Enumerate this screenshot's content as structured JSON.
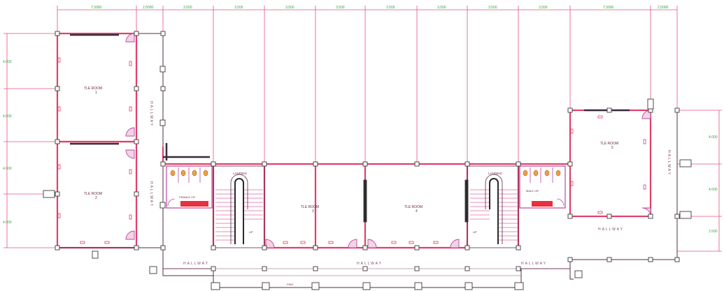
{
  "plan": {
    "top_dimensions": [
      "7.5000",
      "2.5000",
      "3.500",
      "3.500",
      "3.500",
      "3.500",
      "3.500",
      "3.500",
      "3.500",
      "3.500",
      "7.5000",
      "2.5000"
    ],
    "left_dimensions": [
      "4.000",
      "4.000",
      "4.000",
      "4.000"
    ],
    "right_dimensions": [
      "4.000",
      "4.000",
      "2.500"
    ],
    "rooms": {
      "tle_room_1": "TLE ROOM",
      "tle_room_1_num": "1",
      "tle_room_2": "TLE ROOM",
      "tle_room_2_num": "2",
      "tle_room_3": "TLE ROOM",
      "tle_room_3_num": "3",
      "tle_room_4": "TLE ROOM",
      "tle_room_4_num": "4",
      "tle_room_5": "TLE ROOM",
      "tle_room_5_num": "5"
    },
    "labels": {
      "landing_left": "LANDING",
      "landing_right": "LANDING",
      "female_cr": "FEMALE CR",
      "male_cr": "MALE CR",
      "up_left": "UP",
      "up_right": "UP",
      "pwd": "PWD"
    },
    "hallways": {
      "h1": "HALLWAY",
      "h2": "HALLWAY",
      "h3": "HALLWAY",
      "h4": "HALLWAY",
      "h5": "HALLWAY",
      "h6": "HALLWAY",
      "h7": "HALLWAY"
    }
  },
  "colors": {
    "wall": "#e0406a",
    "wall_dark": "#5a2a4a",
    "dimension": "#e8507a",
    "dimension_text": "#3aa04a",
    "fixture": "#b84aa0",
    "column": "#3a3a3a"
  }
}
